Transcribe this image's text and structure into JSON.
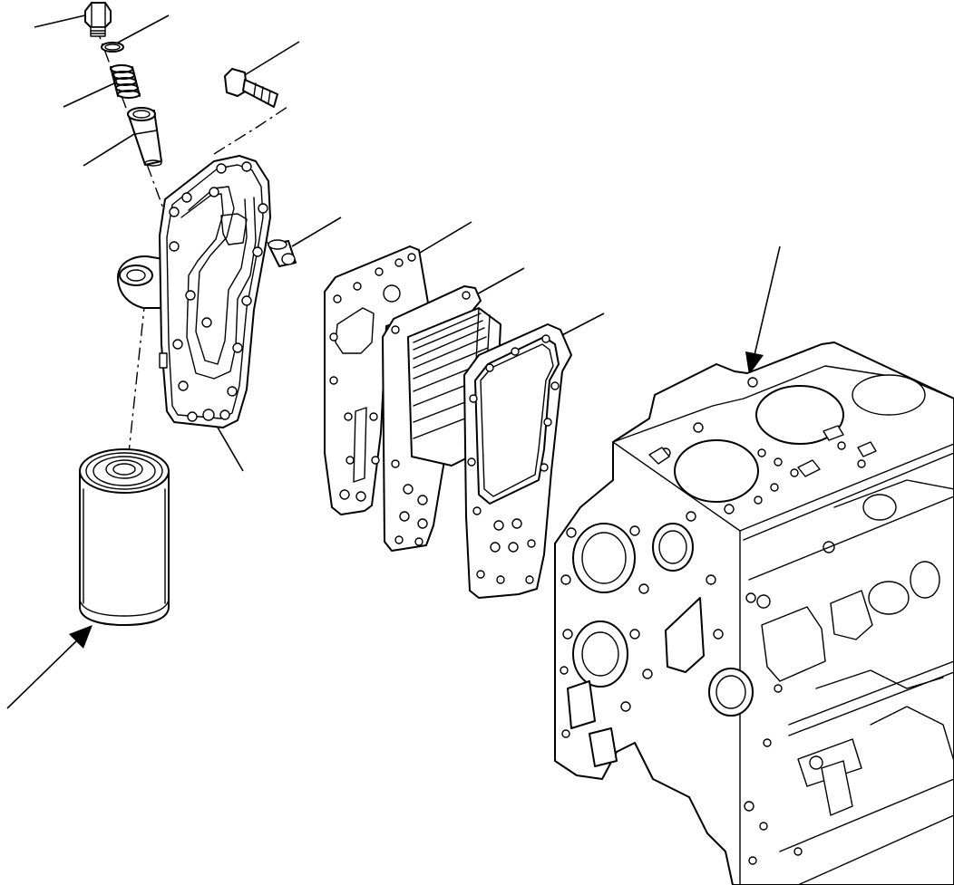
{
  "figure": {
    "kind": "exploded parts diagram",
    "line_color": "#000000",
    "background": "#ffffff"
  },
  "parts": [
    {
      "name": "plug"
    },
    {
      "name": "o-ring"
    },
    {
      "name": "spring"
    },
    {
      "name": "valve"
    },
    {
      "name": "bolt"
    },
    {
      "name": "oil-cooler-cover"
    },
    {
      "name": "small-plug"
    },
    {
      "name": "gasket"
    },
    {
      "name": "oil-cooler-core"
    },
    {
      "name": "gasket"
    },
    {
      "name": "oil-filter-cartridge"
    },
    {
      "name": "cylinder-block"
    }
  ],
  "arrows": [
    {
      "points_to": "oil-filter-cartridge"
    },
    {
      "points_to": "cylinder-block"
    }
  ]
}
